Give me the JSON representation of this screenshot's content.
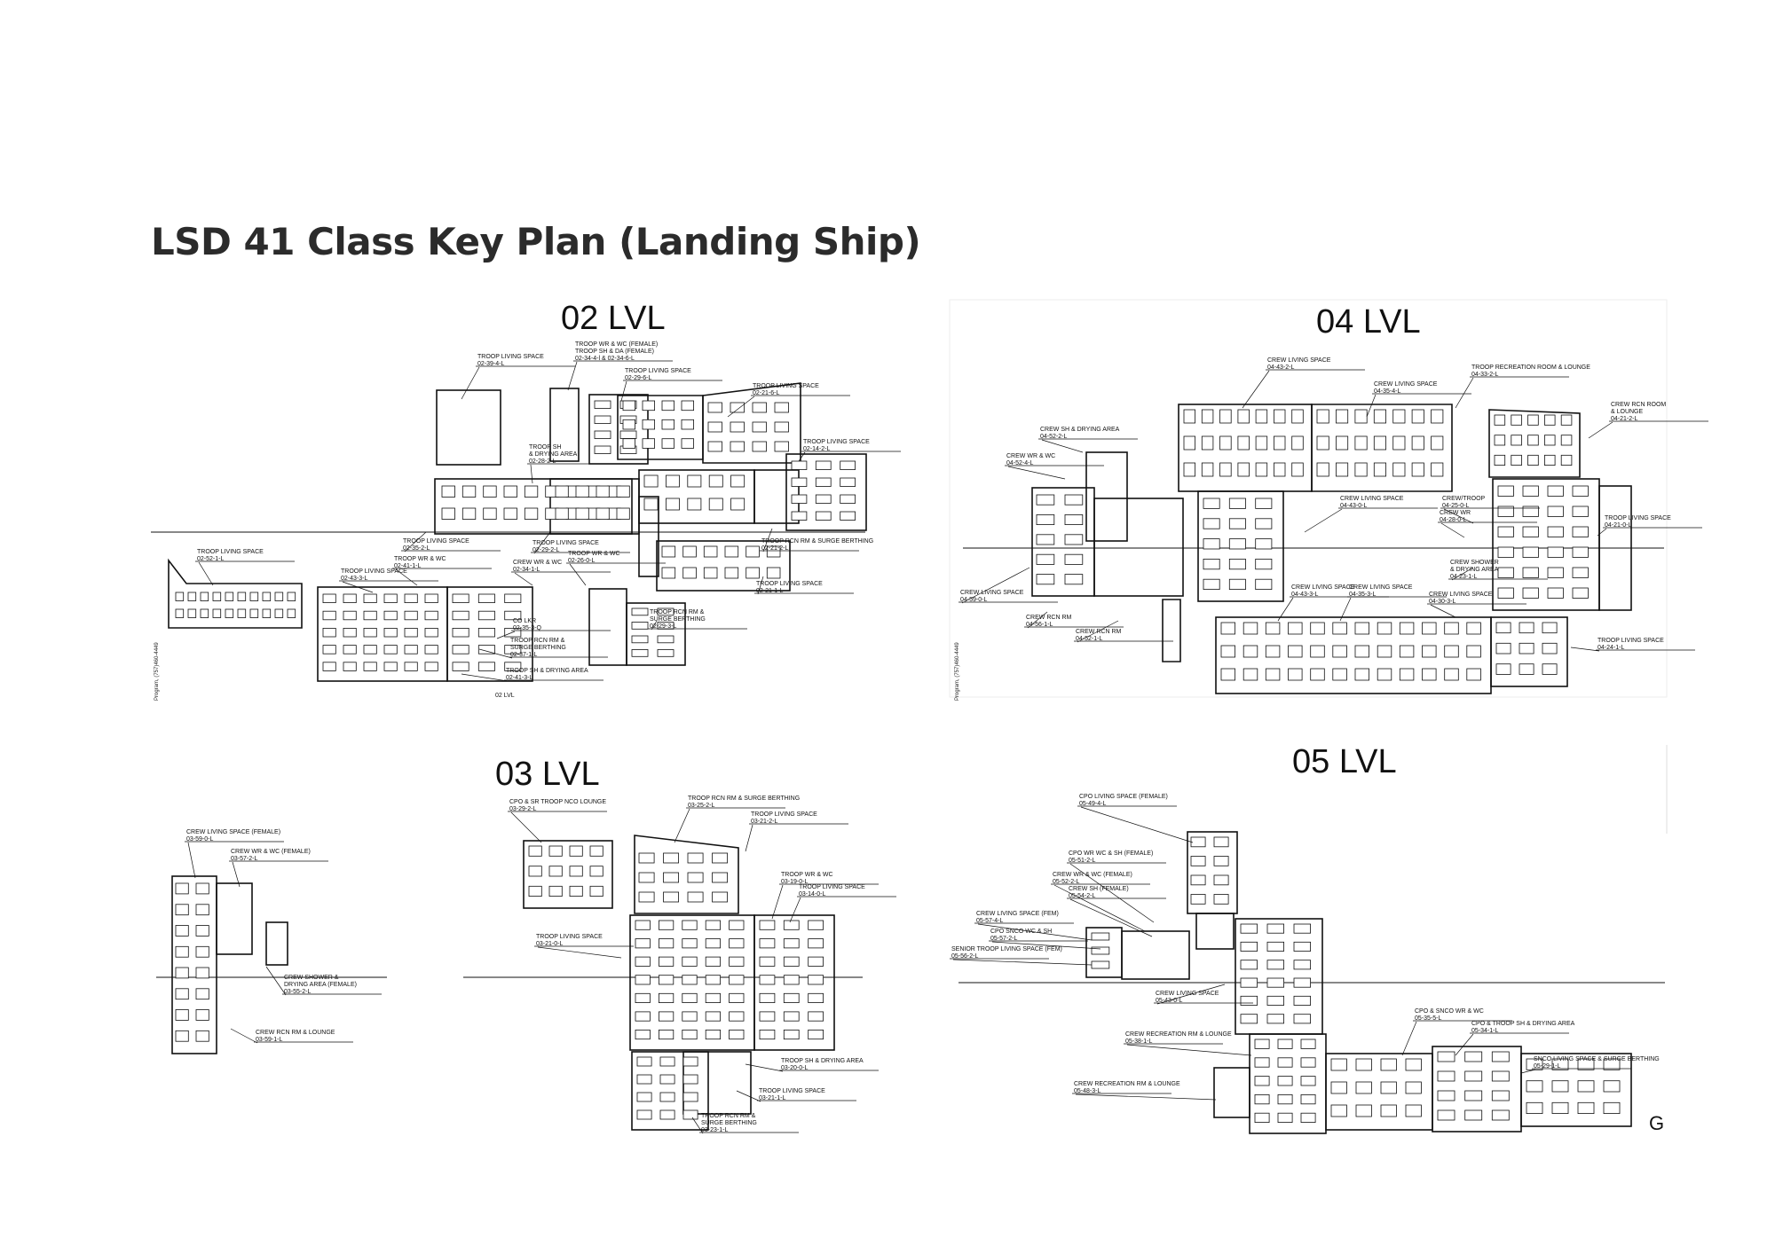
{
  "title": "LSD 41 Class Key Plan (Landing Ship)",
  "corner_mark": "G",
  "side_note": "Program, (757)460-4449",
  "panels": {
    "lvl02": {
      "heading": "02 LVL",
      "footer": "02 LVL",
      "labels": [
        {
          "t1": "TROOP LIVING SPACE",
          "t2": "02-39-4-L"
        },
        {
          "t1": "TROOP WR & WC (FEMALE)",
          "t2": "TROOP SH & DA (FEMALE)",
          "t3": "02-34-4-l & 02-34-6-L"
        },
        {
          "t1": "TROOP LIVING SPACE",
          "t2": "02-29-6-L"
        },
        {
          "t1": "TROOP LIVING SPACE",
          "t2": "02-21-6-L"
        },
        {
          "t1": "TROOP LIVING SPACE",
          "t2": "02-14-2-L"
        },
        {
          "t1": "TROOP SH",
          "t2": "& DRYING AREA",
          "t3": "02-28-2-L"
        },
        {
          "t1": "TROOP LIVING SPACE",
          "t2": "02-35-2-L"
        },
        {
          "t1": "TROOP LIVING SPACE",
          "t2": "02-29-2-L"
        },
        {
          "t1": "TROOP RCN RM & SURGE BERTHING",
          "t2": "02-21-2-L"
        },
        {
          "t1": "TROOP LIVING SPACE",
          "t2": "02-52-1-L"
        },
        {
          "t1": "TROOP WR & WC",
          "t2": "02-41-1-L"
        },
        {
          "t1": "CREW WR & WC",
          "t2": "02-34-1-L"
        },
        {
          "t1": "TROOP WR & WC",
          "t2": "02-26-0-L"
        },
        {
          "t1": "TROOP LIVING SPACE",
          "t2": "02-43-3-L"
        },
        {
          "t1": "TROOP LIVING SPACE",
          "t2": "02-21-1-L"
        },
        {
          "t1": "CO LKR",
          "t2": "02-35-3-Q"
        },
        {
          "t1": "TROOP RCN RM &",
          "t2": "SURGE BERTHING",
          "t3": "02-29-3-L"
        },
        {
          "t1": "TROOP RCN RM &",
          "t2": "SURGE BERTHING",
          "t3": "02-37-1-L"
        },
        {
          "t1": "TROOP SH & DRYING AREA",
          "t2": "02-41-3-L"
        }
      ]
    },
    "lvl04": {
      "heading": "04 LVL",
      "labels": [
        {
          "t1": "CREW LIVING SPACE",
          "t2": "04-43-2-L"
        },
        {
          "t1": "CREW LIVING SPACE",
          "t2": "04-35-4-L"
        },
        {
          "t1": "TROOP RECREATION ROOM & LOUNGE",
          "t2": "04-33-2-L"
        },
        {
          "t1": "CREW RCN ROOM",
          "t2": "& LOUNGE",
          "t3": "04-21-2-L"
        },
        {
          "t1": "CREW SH & DRYING AREA",
          "t2": "04-52-2-L"
        },
        {
          "t1": "CREW WR & WC",
          "t2": "04-52-4-L"
        },
        {
          "t1": "CREW LIVING SPACE",
          "t2": "04-43-0-L"
        },
        {
          "t1": "CREW/TROOP",
          "t2": "04-25-0-L"
        },
        {
          "t1": "CREW WR",
          "t2": "04-28-0-L"
        },
        {
          "t1": "TROOP LIVING SPACE",
          "t2": "04-21-0-L"
        },
        {
          "t1": "CREW SHOWER",
          "t2": "& DRYING AREA",
          "t3": "04-23-1-L"
        },
        {
          "t1": "CREW LIVING SPACE",
          "t2": "04-59-0-L"
        },
        {
          "t1": "CREW LIVING SPACE",
          "t2": "04-43-3-L"
        },
        {
          "t1": "CREW LIVING SPACE",
          "t2": "04-35-3-L"
        },
        {
          "t1": "CREW LIVING SPACE",
          "t2": "04-30-3-L"
        },
        {
          "t1": "CREW RCN RM",
          "t2": "04-56-1-L"
        },
        {
          "t1": "CREW RCN RM",
          "t2": "04-52-1-L"
        },
        {
          "t1": "TROOP LIVING SPACE",
          "t2": "04-24-1-L"
        }
      ]
    },
    "lvl03": {
      "heading": "03 LVL",
      "labels": [
        {
          "t1": "CREW LIVING SPACE (FEMALE)",
          "t2": "03-59-0-L"
        },
        {
          "t1": "CREW WR & WC (FEMALE)",
          "t2": "03-57-2-L"
        },
        {
          "t1": "CREW SHOWER &",
          "t2": "DRYING AREA (FEMALE)",
          "t3": "03-55-2-L"
        },
        {
          "t1": "CREW RCN RM & LOUNGE",
          "t2": "03-59-1-L"
        },
        {
          "t1": "CPO & SR TROOP NCO LOUNGE",
          "t2": "03-29-2-L"
        },
        {
          "t1": "TROOP RCN RM & SURGE BERTHING",
          "t2": "03-25-2-L"
        },
        {
          "t1": "TROOP LIVING SPACE",
          "t2": "03-21-2-L"
        },
        {
          "t1": "TROOP WR & WC",
          "t2": "03-19-0-L"
        },
        {
          "t1": "TROOP LIVING SPACE",
          "t2": "03-14-0-L"
        },
        {
          "t1": "TROOP LIVING SPACE",
          "t2": "03-21-0-L"
        },
        {
          "t1": "TROOP SH & DRYING AREA",
          "t2": "03-20-0-L"
        },
        {
          "t1": "TROOP LIVING SPACE",
          "t2": "03-21-1-L"
        },
        {
          "t1": "TROOP RCN RM &",
          "t2": "SURGE BERTHING",
          "t3": "03-23-1-L"
        }
      ]
    },
    "lvl05": {
      "heading": "05 LVL",
      "labels": [
        {
          "t1": "CPO LIVING SPACE (FEMALE)",
          "t2": "05-49-4-L"
        },
        {
          "t1": "CPO WR WC & SH (FEMALE)",
          "t2": "05-51-2-L"
        },
        {
          "t1": "CREW WR & WC (FEMALE)",
          "t2": "05-52-2-L"
        },
        {
          "t1": "CREW SH (FEMALE)",
          "t2": "05-54-2-L"
        },
        {
          "t1": "CREW LIVING SPACE (FEM)",
          "t2": "05-57-4-L"
        },
        {
          "t1": "CPO SNCO WC & SH",
          "t2": "05-57-2-L"
        },
        {
          "t1": "SENIOR TROOP LIVING SPACE (FEM)",
          "t2": "05-56-2-L"
        },
        {
          "t1": "CREW LIVING SPACE",
          "t2": "05-43-0-L"
        },
        {
          "t1": "CPO & SNCO WR & WC",
          "t2": "05-35-5-L"
        },
        {
          "t1": "CPO & TROOP SH & DRYING AREA",
          "t2": "05-34-1-L"
        },
        {
          "t1": "CREW RECREATION RM & LOUNGE",
          "t2": "05-38-1-L"
        },
        {
          "t1": "SNCO LIVING SPACE & SURGE BERTHING",
          "t2": "05-29-1-L"
        },
        {
          "t1": "CREW RECREATION RM & LOUNGE",
          "t2": "05-48-3-L"
        }
      ]
    }
  }
}
